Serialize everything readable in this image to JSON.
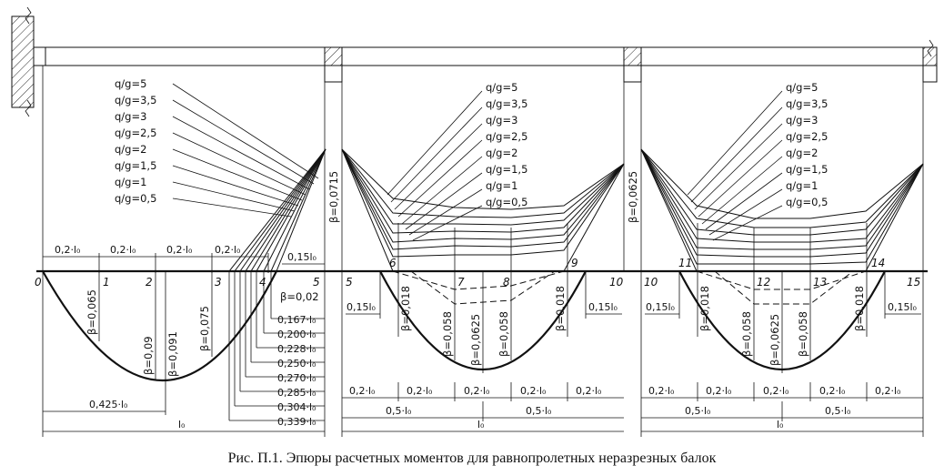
{
  "load_ratios": [
    "q/g=5",
    "q/g=3,5",
    "q/g=3",
    "q/g=2,5",
    "q/g=2",
    "q/g=1,5",
    "q/g=1",
    "q/g=0,5"
  ],
  "nodes": {
    "span1": [
      "0",
      "1",
      "2",
      "3",
      "4",
      "5"
    ],
    "span2": [
      "5",
      "6",
      "7",
      "8",
      "9",
      "10"
    ],
    "span3": [
      "10",
      "11",
      "12",
      "13",
      "14",
      "15"
    ]
  },
  "beta_support": {
    "support1": "β=0,0715",
    "support2": "β=0,0625"
  },
  "beta_span1": [
    "β=0,065",
    "β=0,09",
    "β=0,091",
    "β=0,075",
    "β=0,02"
  ],
  "beta_span2": [
    "β=0,018",
    "β=0,058",
    "β=0,0625",
    "β=0,058",
    "β=0,018"
  ],
  "beta_span3": [
    "β=0,018",
    "β=0,058",
    "β=0,0625",
    "β=0,058",
    "β=0,018"
  ],
  "dim_span1_top": [
    "0,2·l₀",
    "0,2·l₀",
    "0,2·l₀",
    "0,2·l₀"
  ],
  "dim_span1_right": "0,15l₀",
  "dim_span1_ladder": [
    "0,167·l₀",
    "0,200·l₀",
    "0,228·l₀",
    "0,250·l₀",
    "0,270·l₀",
    "0,285·l₀",
    "0,304·l₀",
    "0,339·l₀"
  ],
  "dim_span1_max": "0,425·l₀",
  "dim_span_len": "l₀",
  "dim_inner_zero": "0,15l₀",
  "dim_inner_fifths": [
    "0,2·l₀",
    "0,2·l₀",
    "0,2·l₀",
    "0,2·l₀",
    "0,2·l₀"
  ],
  "dim_inner_halves": [
    "0,5·l₀",
    "0,5·l₀"
  ],
  "caption": "Рис. П.1. Эпюры расчетных моментов для равнопролетных неразрезных балок"
}
